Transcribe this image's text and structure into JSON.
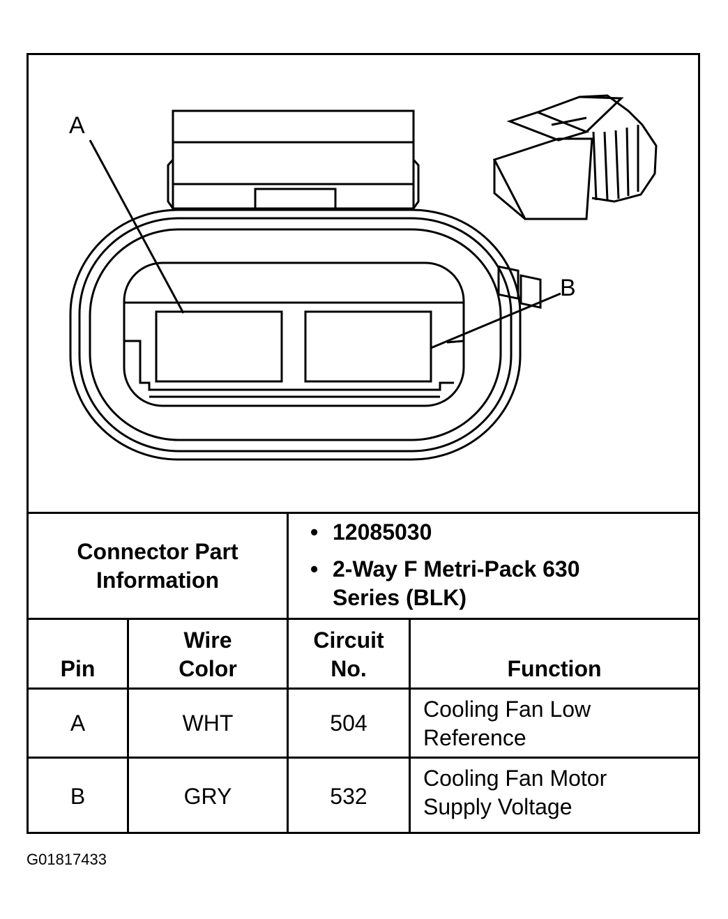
{
  "diagram": {
    "label_a": "A",
    "label_b": "B"
  },
  "connector_info": {
    "label": "Connector Part Information",
    "part_number": "12085030",
    "description": "2-Way F Metri-Pack 630 Series (BLK)"
  },
  "table": {
    "headers": {
      "pin": "Pin",
      "wire_color": "Wire Color",
      "circuit_no": "Circuit No.",
      "function": "Function"
    },
    "rows": [
      {
        "pin": "A",
        "wire_color": "WHT",
        "circuit_no": "504",
        "function": "Cooling Fan Low Reference"
      },
      {
        "pin": "B",
        "wire_color": "GRY",
        "circuit_no": "532",
        "function": "Cooling Fan Motor Supply Voltage"
      }
    ]
  },
  "figure_id": "G01817433"
}
